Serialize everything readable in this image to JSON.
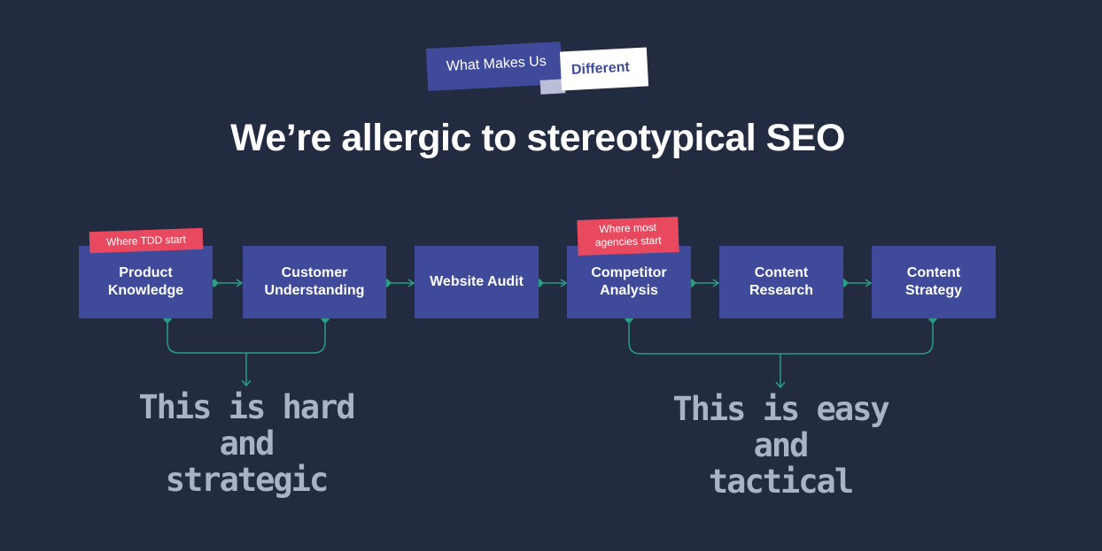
{
  "header": {
    "badge_main": "What Makes Us",
    "badge_sub": "Different",
    "title": "We’re allergic to stereotypical SEO"
  },
  "steps": [
    {
      "label": "Product Knowledge"
    },
    {
      "label": "Customer Understanding"
    },
    {
      "label": "Website Audit"
    },
    {
      "label": "Competitor Analysis"
    },
    {
      "label": "Content Research"
    },
    {
      "label": "Content Strategy"
    }
  ],
  "tags": {
    "tdd": "Where TDD start",
    "agencies": "Where most agencies start"
  },
  "captions": {
    "strategic": {
      "line1": "This is hard and",
      "line2": "strategic"
    },
    "tactical": {
      "line1": "This is easy and",
      "line2": "tactical"
    }
  },
  "colors": {
    "background": "#222b40",
    "box": "#3f4a9a",
    "tag": "#e8495f",
    "connector": "#2a9d84",
    "caption": "#aab2c8"
  }
}
